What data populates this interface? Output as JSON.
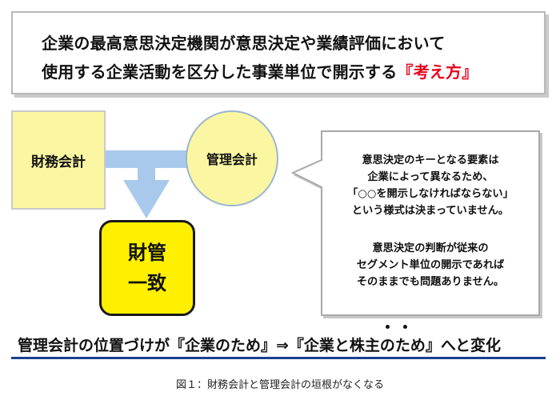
{
  "banner": {
    "line1": "企業の最高意思決定機関が意思決定や業績評価において",
    "line2_prefix": "使用する企業活動を区分した事業単位で開示する",
    "line2_highlight": "『考え方』"
  },
  "nodes": {
    "financial": "財務会計",
    "management": "管理会計",
    "unified_line1": "財管",
    "unified_line2": "一致"
  },
  "callout": {
    "p1": [
      "意思決定のキーとなる要素は",
      "企業によって異なるため、",
      "「○○を開示しなければならない」",
      "という様式は決まっていません。"
    ],
    "p2": [
      "意思決定の判断が従来の",
      "セグメント単位の開示であれば",
      "そのままでも問題ありません。"
    ]
  },
  "headline": "管理会計の位置づけが『企業のため』⇒『企業と株主のため』へと変化",
  "caption": "図１：財務会計と管理会計の垣根がなくなる",
  "colors": {
    "accent_red": "#e8001c",
    "box_yellow": "#fbf6a1",
    "unified_yellow": "#fff000",
    "connector_blue": "#a9c9ec",
    "rule_blue": "#1b3f8f"
  }
}
